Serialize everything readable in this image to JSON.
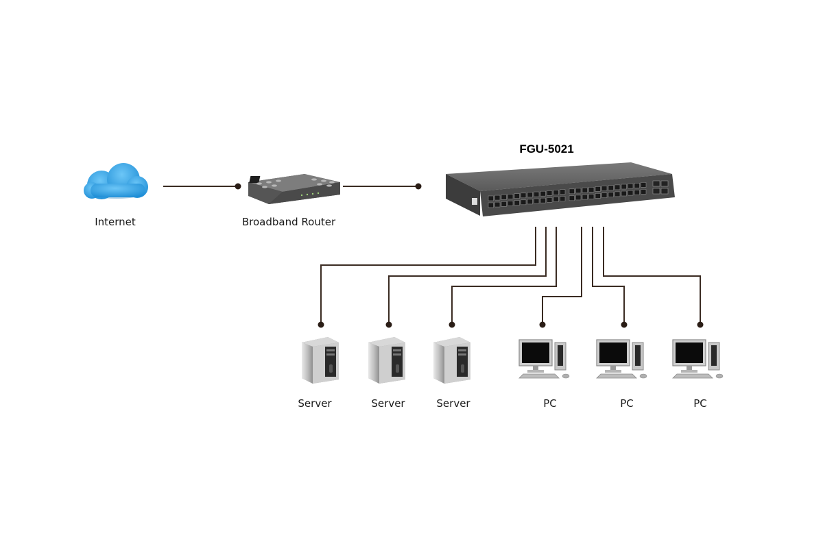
{
  "switch": {
    "model_label": "FGU-5021"
  },
  "internet": {
    "label": "Internet",
    "icon": "cloud-icon"
  },
  "router": {
    "label": "Broadband Router",
    "icon": "router-icon"
  },
  "servers": [
    {
      "label": "Server",
      "icon": "server-tower-icon"
    },
    {
      "label": "Server",
      "icon": "server-tower-icon"
    },
    {
      "label": "Server",
      "icon": "server-tower-icon"
    }
  ],
  "pcs": [
    {
      "label": "PC",
      "icon": "desktop-pc-icon"
    },
    {
      "label": "PC",
      "icon": "desktop-pc-icon"
    },
    {
      "label": "PC",
      "icon": "desktop-pc-icon"
    }
  ],
  "colors": {
    "cloud": "#2e9fe0",
    "line": "#3a2b22",
    "switch_body": "#5c5c5c"
  }
}
